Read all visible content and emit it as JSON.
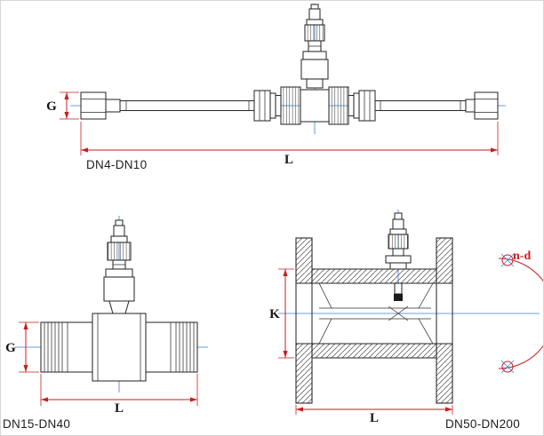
{
  "page": {
    "background": "#ffffff",
    "border": "#d6d6d6"
  },
  "colors": {
    "ol": "#2b2b2b",
    "dim": "#c81e1e",
    "cl": "#3a7bd5",
    "text": "#151515"
  },
  "views": {
    "top": {
      "label": "DN4-DN10",
      "dim_g": "G",
      "dim_l": "L"
    },
    "bottom_left": {
      "label": "DN15-DN40",
      "dim_g": "G",
      "dim_l": "L"
    },
    "bottom_right": {
      "label": "DN50-DN200",
      "dim_k": "K",
      "dim_l": "L",
      "bolt_note": "n-d"
    }
  }
}
